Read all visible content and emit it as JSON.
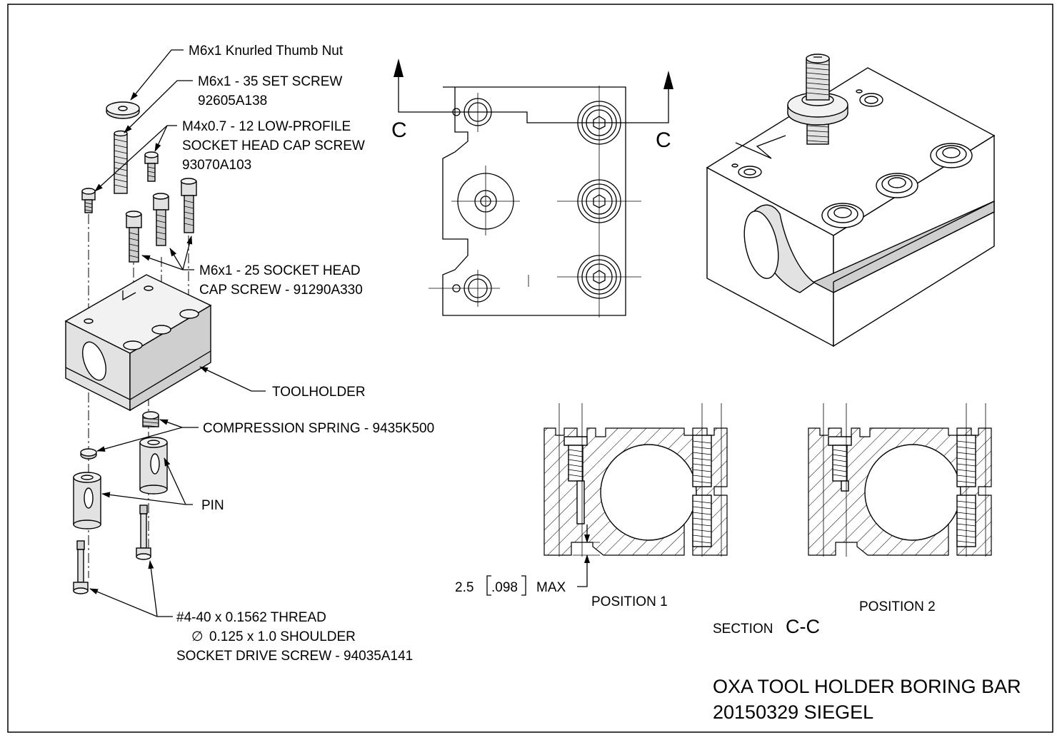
{
  "drawing": {
    "title": "OXA TOOL HOLDER BORING BAR",
    "subtitle": "20150329 SIEGEL"
  },
  "callouts": {
    "thumb_nut": "M6x1 Knurled Thumb Nut",
    "set_screw_line1": "M6x1 - 35 SET SCREW",
    "set_screw_line2": "92605A138",
    "low_profile_line1": "M4x0.7 - 12 LOW-PROFILE",
    "low_profile_line2": "SOCKET HEAD CAP SCREW",
    "low_profile_line3": "93070A103",
    "cap_screw_line1": "M6x1 - 25 SOCKET HEAD",
    "cap_screw_line2": "CAP SCREW - 91290A330",
    "toolholder": "TOOLHOLDER",
    "spring": "COMPRESSION SPRING - 9435K500",
    "pin": "PIN",
    "drive_screw_line1": "#4-40 x 0.1562 THREAD",
    "drive_screw_line2_symbol": "∅",
    "drive_screw_line2": "0.125 x 1.0 SHOULDER",
    "drive_screw_line3": "SOCKET DRIVE SCREW - 94035A141"
  },
  "section": {
    "cut_label_left": "C",
    "cut_label_right": "C",
    "section_word": "SECTION",
    "section_id": "C-C",
    "position1": "POSITION 1",
    "position2": "POSITION 2",
    "dim_value": "2.5",
    "dim_inch": ".098",
    "dim_suffix": "MAX"
  }
}
